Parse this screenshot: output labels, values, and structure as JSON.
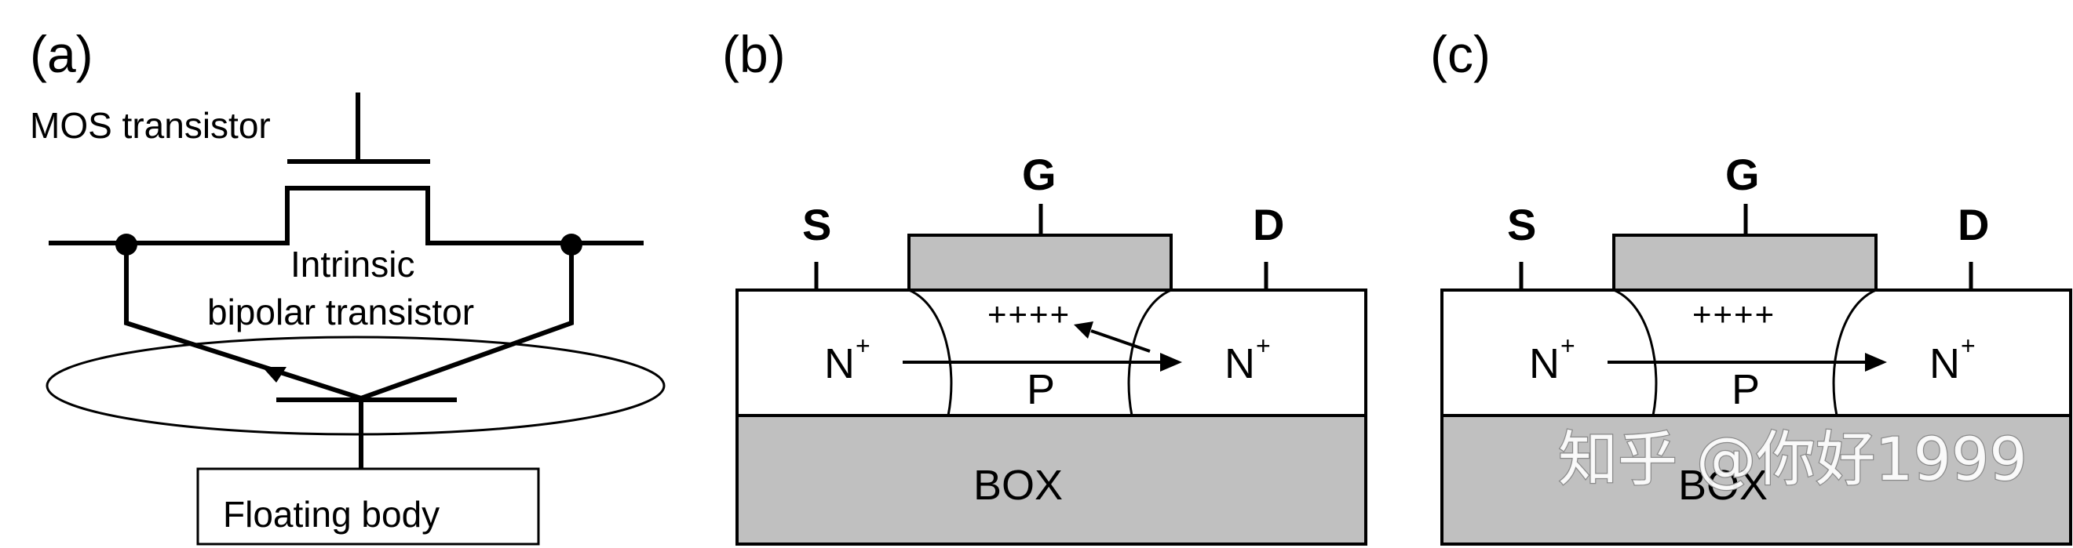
{
  "panels": {
    "a": {
      "label": "(a)",
      "mos_label": "MOS transistor",
      "bipolar_label_line1": "Intrinsic",
      "bipolar_label_line2": "bipolar transistor",
      "floating_body_label": "Floating body"
    },
    "b": {
      "label": "(b)",
      "source": "S",
      "gate": "G",
      "drain": "D",
      "left_region": "N",
      "right_region": "N",
      "doping_sup": "+",
      "body_region": "P",
      "charges": "++++",
      "box_label": "BOX"
    },
    "c": {
      "label": "(c)",
      "source": "S",
      "gate": "G",
      "drain": "D",
      "left_region": "N",
      "right_region": "N",
      "doping_sup": "+",
      "body_region": "P",
      "charges": "++++",
      "box_label": "BOX"
    }
  },
  "watermark": "知乎 @你好1999",
  "colors": {
    "line": "#000000",
    "gate_fill": "#c0c0c0",
    "box_fill": "#c0c0c0",
    "silicon_fill": "#ffffff"
  }
}
